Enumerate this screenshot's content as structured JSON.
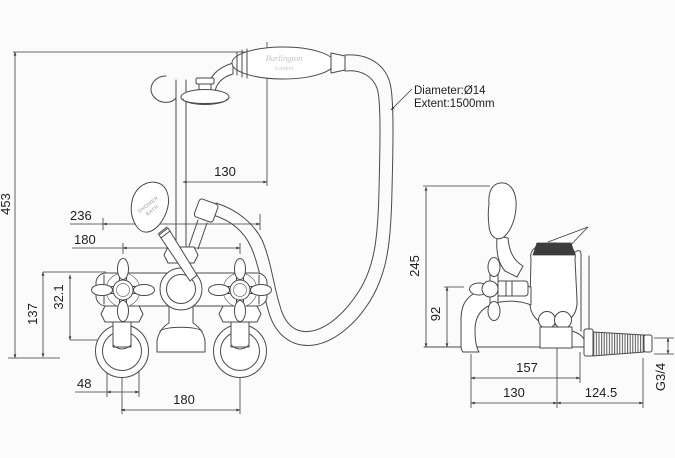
{
  "front_view": {
    "dims": {
      "overall_height": "453",
      "cradle_offset": "130",
      "width": "236",
      "valve_centres": "180",
      "height_to_elbow": "137",
      "projection": "32.1",
      "elbow_offset": "48",
      "leg_centres": "180"
    },
    "handset_brand": {
      "line1": "Burlington",
      "line2": "London"
    },
    "diverter_lever": {
      "line1": "SHOWER",
      "line2": "BATH"
    },
    "hose_note": {
      "line1": "Diameter:Ø14",
      "line2": "Extent:1500mm"
    }
  },
  "side_view": {
    "dims": {
      "height": "245",
      "spout_height": "92",
      "spout_reach": "157",
      "reach": "130",
      "hose_tail": "124.5",
      "thread": "G3/4"
    }
  },
  "colors": {
    "line": "#4a4a4a",
    "dimension": "#3a3a3a",
    "brand_text": "#c4c4c4",
    "lever_text": "#9a9a9a",
    "background": "#fbfbfb",
    "diverter_fill": "#3c3c3c"
  }
}
